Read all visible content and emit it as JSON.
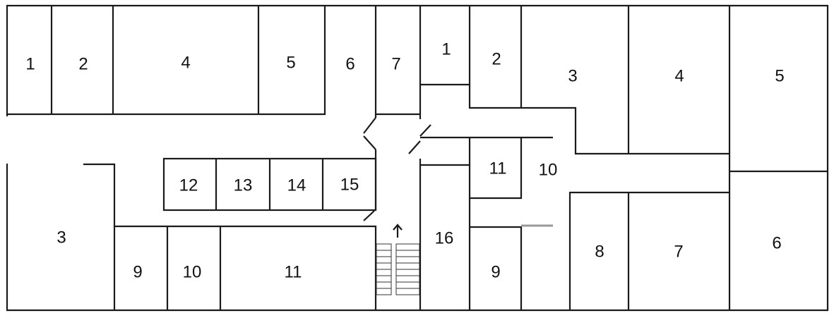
{
  "floor_plan": {
    "left_wing": {
      "rooms": [
        "1",
        "2",
        "4",
        "5",
        "6",
        "7",
        "3",
        "12",
        "13",
        "14",
        "15",
        "9",
        "10",
        "11"
      ]
    },
    "right_wing": {
      "rooms": [
        "1",
        "2",
        "3",
        "4",
        "5",
        "11",
        "10",
        "16",
        "9",
        "8",
        "7",
        "6"
      ]
    },
    "stairs_arrow": "up-arrow-icon"
  }
}
